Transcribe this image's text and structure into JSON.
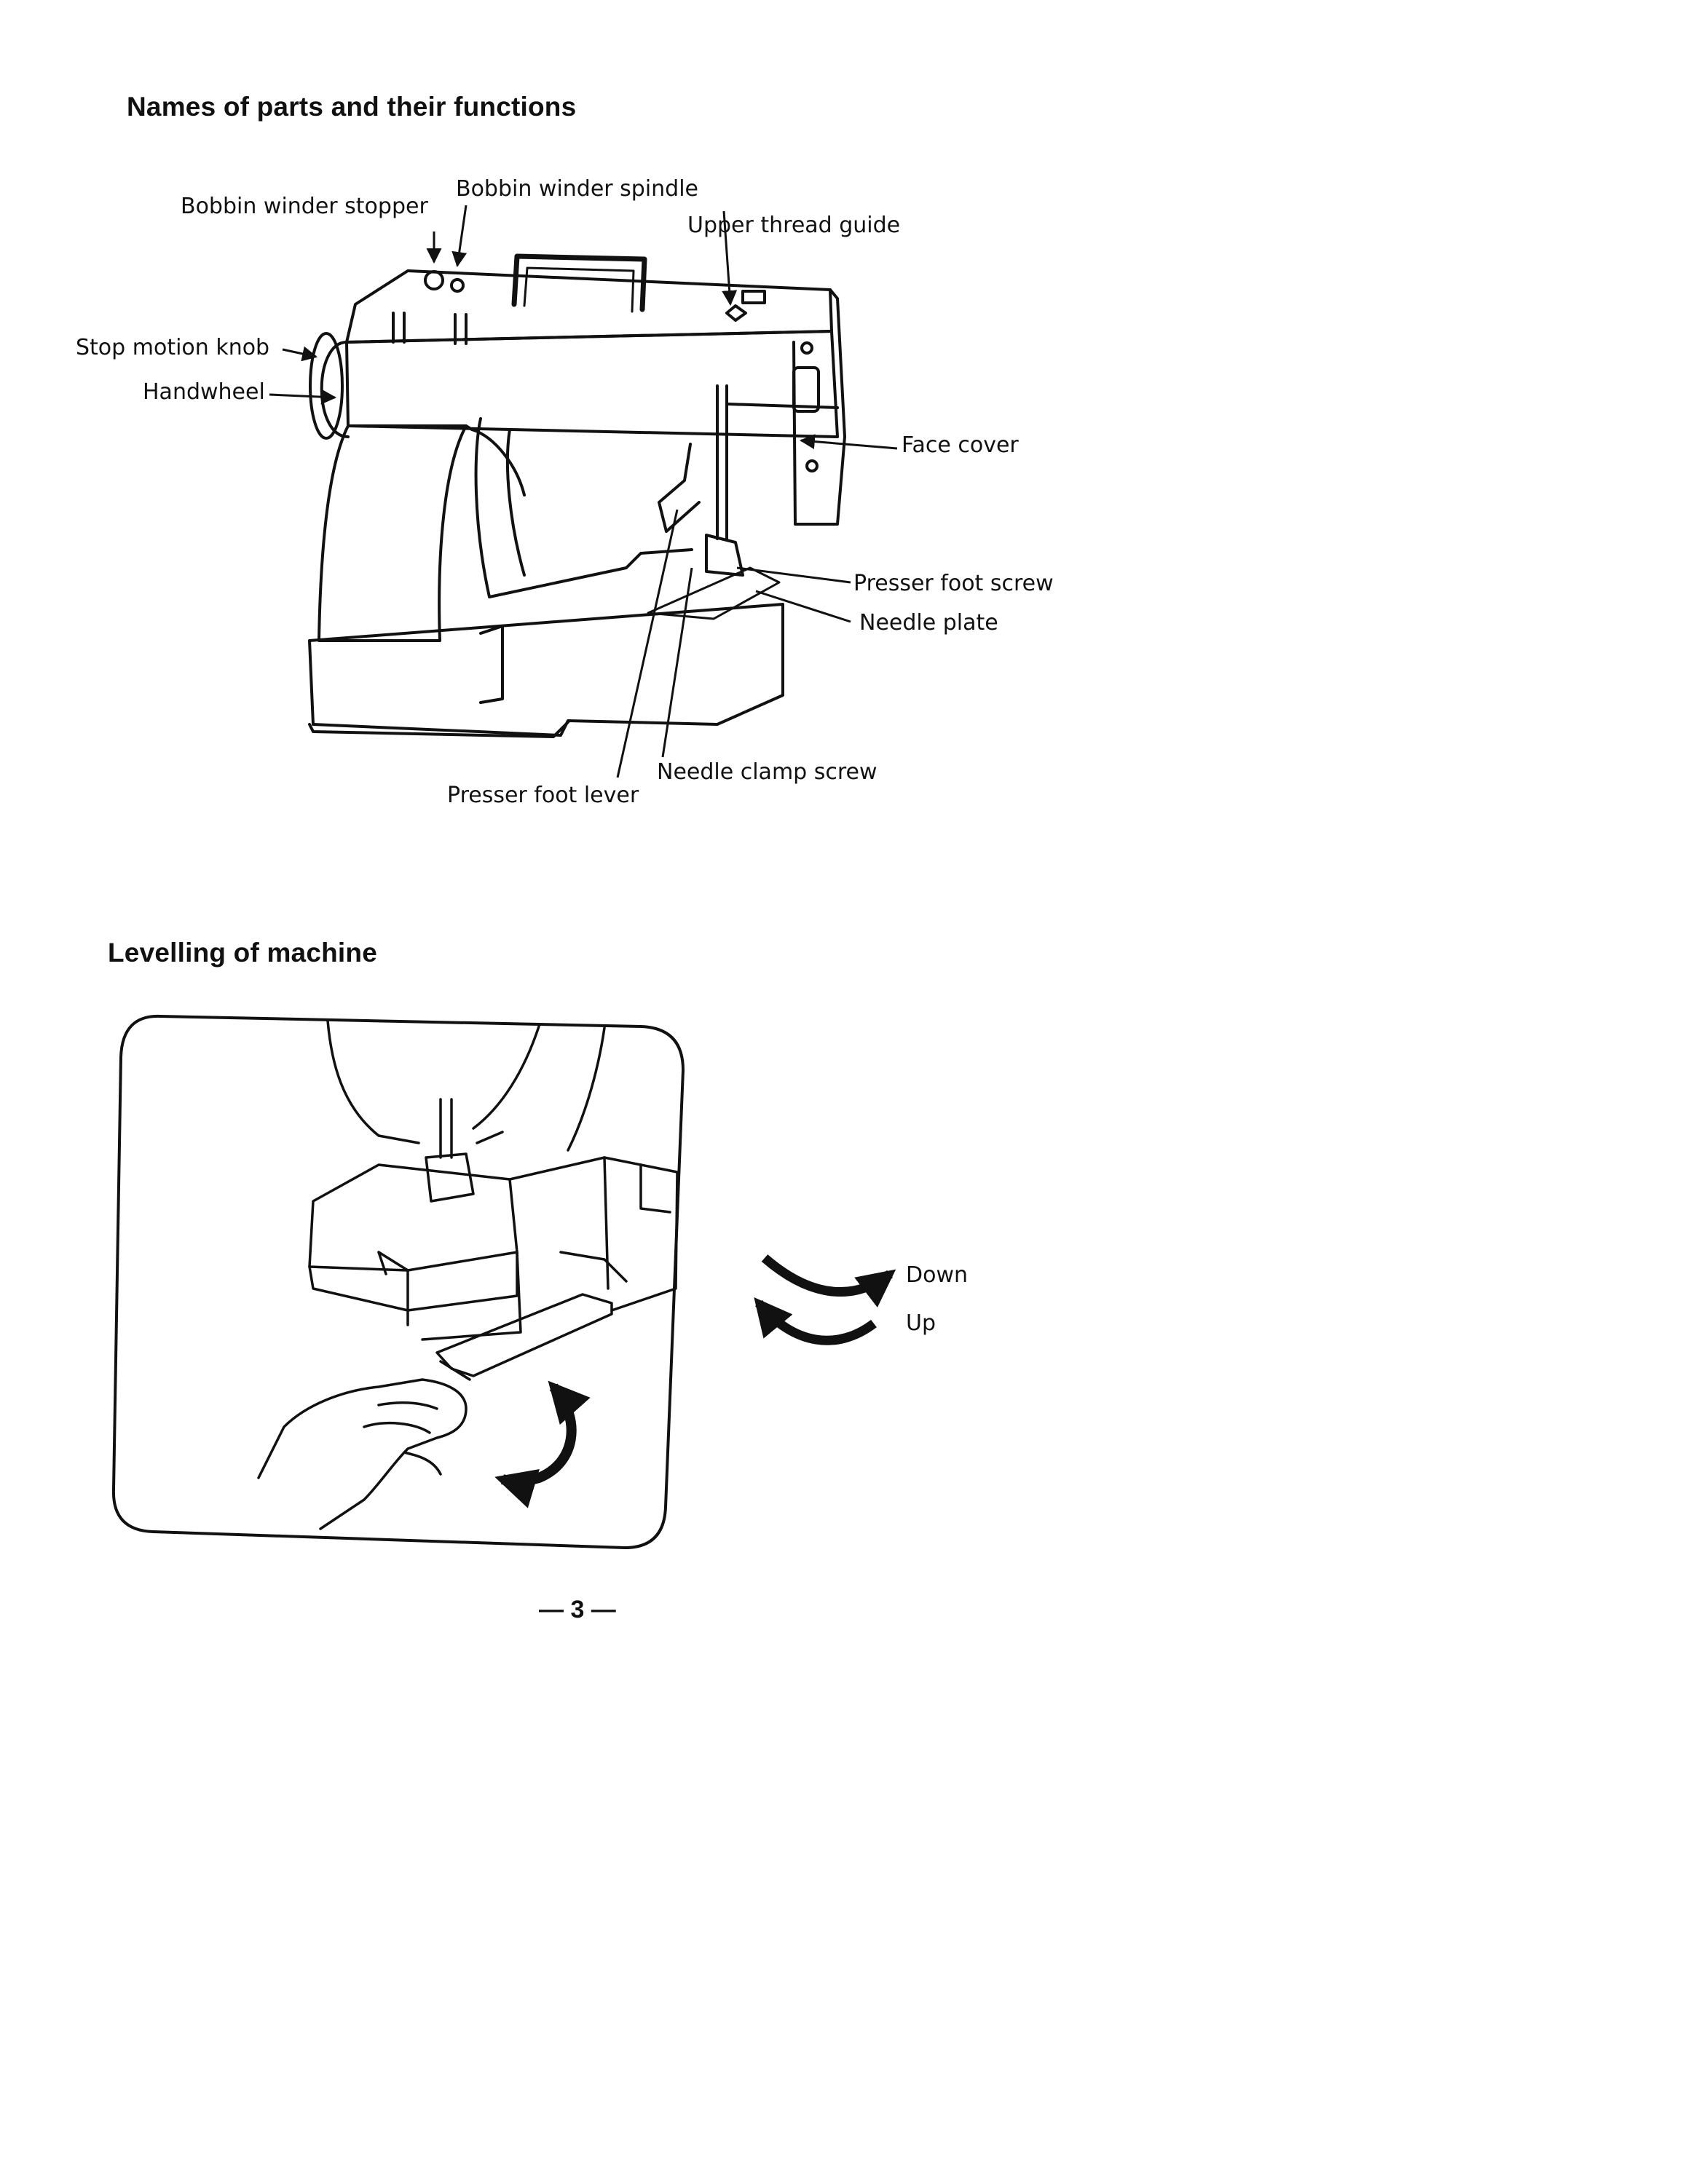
{
  "sections": {
    "parts": {
      "heading": "Names of parts and their functions",
      "labels": {
        "bobbin_winder_stopper": "Bobbin winder stopper",
        "bobbin_winder_spindle": "Bobbin winder spindle",
        "upper_thread_guide": "Upper thread guide",
        "stop_motion_knob": "Stop motion knob",
        "handwheel": "Handwheel",
        "face_cover": "Face cover",
        "presser_foot_screw": "Presser foot screw",
        "needle_plate": "Needle plate",
        "needle_clamp_screw": "Needle clamp screw",
        "presser_foot_lever": "Presser foot lever"
      }
    },
    "levelling": {
      "heading": "Levelling of machine",
      "labels": {
        "down": "Down",
        "up": "Up"
      }
    }
  },
  "page_number": "— 3 —"
}
